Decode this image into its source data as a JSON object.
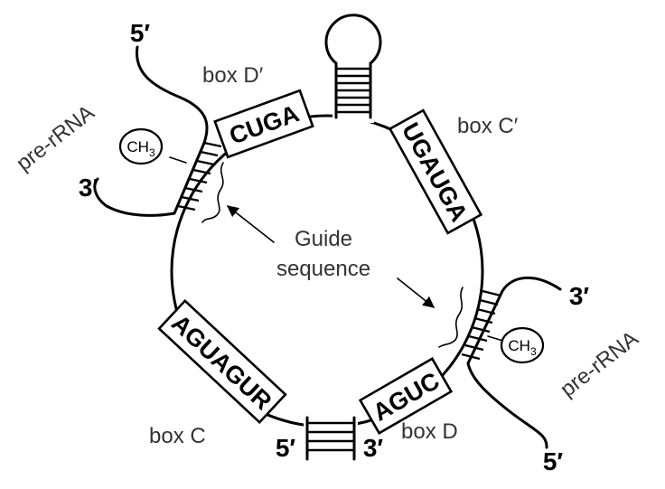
{
  "labels": {
    "box_d_prime": "box D′",
    "box_c_prime": "box C′",
    "box_c": "box C",
    "box_d": "box D",
    "pre_rrna_left": "pre-rRNA",
    "pre_rrna_right": "pre-rRNA",
    "guide_line1": "Guide",
    "guide_line2": "sequence"
  },
  "boxes": {
    "cuga": "CUGA",
    "ugauga": "UGAUGA",
    "aguagur": "AGUAGUR",
    "aguc": "AGUC"
  },
  "ends": {
    "five_prime": "5′",
    "three_prime": "3′"
  },
  "methyl": {
    "ch": "CH",
    "sub": "3"
  }
}
